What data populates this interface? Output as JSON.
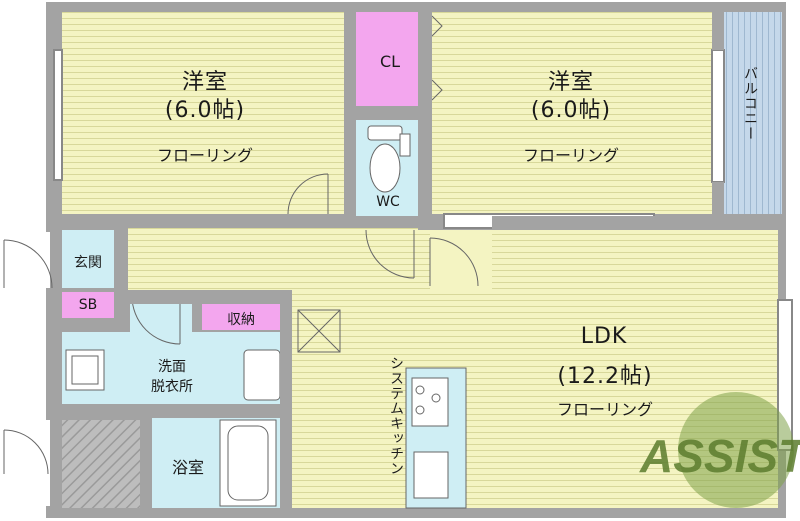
{
  "rooms": {
    "western_left": {
      "name": "洋室",
      "size": "(6.0帖)",
      "floor": "フローリング"
    },
    "western_right": {
      "name": "洋室",
      "size": "(6.0帖)",
      "floor": "フローリング"
    },
    "ldk": {
      "name": "LDK",
      "size": "(12.2帖)",
      "floor": "フローリング"
    },
    "closet": "CL",
    "toilet": "WC",
    "balcony": "バルコニー",
    "entrance": "玄関",
    "shoe_box": "SB",
    "storage": "収納",
    "washroom_line1": "洗面",
    "washroom_line2": "脱衣所",
    "bathroom": "浴室",
    "kitchen": "システムキッチン"
  },
  "logo": {
    "text": "ASSIST"
  },
  "colors": {
    "room_fill": "#f4f4c2",
    "floor_line": "#d8d89a",
    "wet_area": "#cfeef4",
    "closet": "#f3a6ee",
    "balcony": "#c5d8ea",
    "wall": "#9a9a9a",
    "logo": "#7fa24a"
  }
}
